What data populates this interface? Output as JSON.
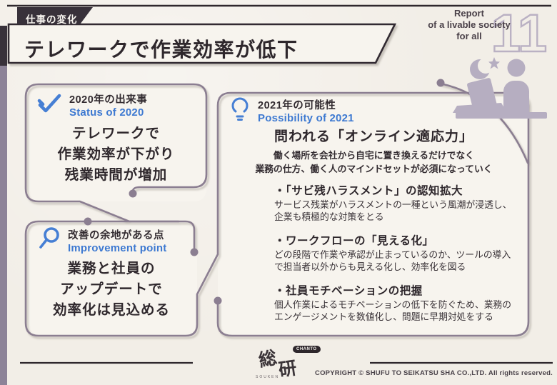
{
  "page": {
    "badge": "仕事の変化",
    "title": "テレワークで作業効率が低下",
    "report_lines": [
      "Report",
      "of a livable society",
      "for all"
    ],
    "page_number": "11"
  },
  "box_2020": {
    "heading_jp": "2020年の出来事",
    "heading_en": "Status of 2020",
    "body_lines": [
      "テレワークで",
      "作業効率が下がり",
      "残業時間が増加"
    ]
  },
  "box_improvement": {
    "heading_jp": "改善の余地がある点",
    "heading_en": "Improvement point",
    "body_lines": [
      "業務と社員の",
      "アップデートで",
      "効率化は見込める"
    ]
  },
  "box_2021": {
    "heading_jp": "2021年の可能性",
    "heading_en": "Possibility of 2021",
    "headline": "問われる「オンライン適応力」",
    "intro_lines": [
      "働く場所を会社から自宅に置き換えるだけでなく",
      "業務の仕方、働く人のマインドセットが必須になっていく"
    ],
    "points": [
      {
        "title": "・「サビ残ハラスメント」の認知拡大",
        "body": "サービス残業がハラスメントの一種という風潮が浸透し、企業も積極的な対策をとる"
      },
      {
        "title": "・ワークフローの「見える化」",
        "body": "どの段階で作業や承認が止まっているのか、ツールの導入で担当者以外からも見える化し、効率化を図る"
      },
      {
        "title": "・社員モチベーションの把握",
        "body": "個人作業によるモチベーションの低下を防ぐため、業務のエンゲージメントを数値化し、問題に早期対処をする"
      }
    ]
  },
  "footer": {
    "logo_main_1": "総",
    "logo_main_2": "研",
    "logo_badge": "CHANTO",
    "logo_sub": "SOUKEN",
    "copyright": "COPYRIGHT © SHUFU TO SEIKATSU SHA CO.,LTD. All rights reserved."
  },
  "colors": {
    "accent_blue": "#3d79d1",
    "line_purple": "#8b7e91",
    "ink": "#332c31",
    "paper": "#f2eee7",
    "icon_purple": "#b6aec1"
  }
}
